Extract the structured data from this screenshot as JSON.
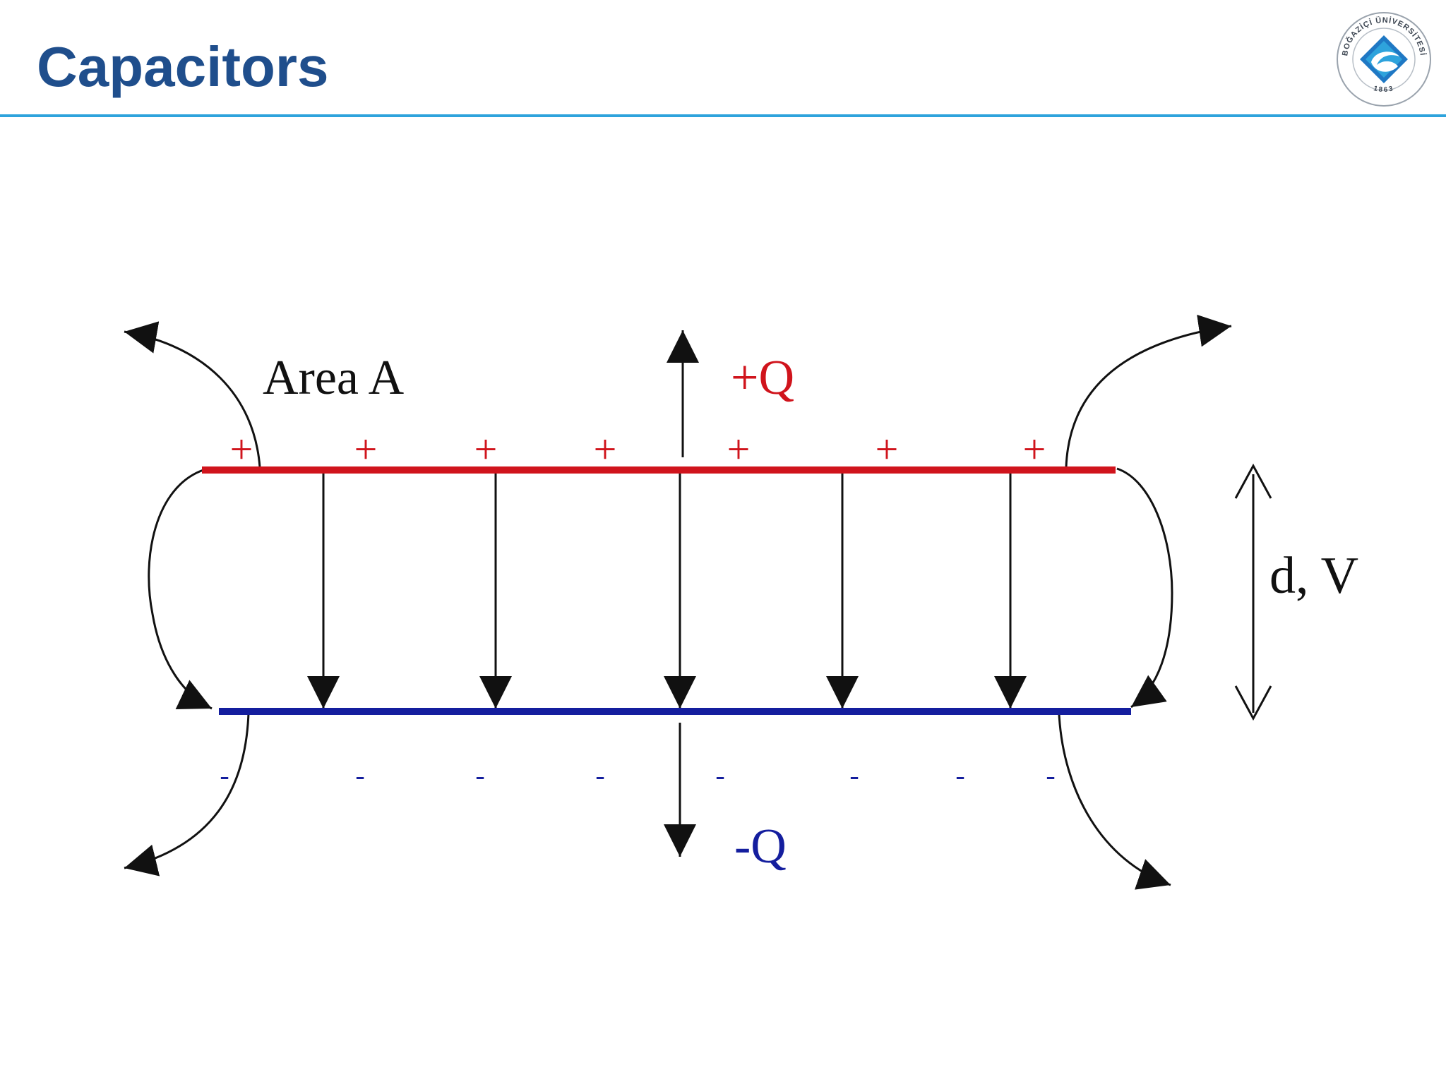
{
  "slide": {
    "title": "Capacitors"
  },
  "logo": {
    "icon": "university-seal-icon",
    "ring_text": "BOĞAZİÇİ ÜNİVERSİTESİ",
    "year": "1863"
  },
  "diagram": {
    "area_label": "Area A",
    "top_charge_label": "+Q",
    "bottom_charge_label": "-Q",
    "gap_label": "d, V",
    "plus_sign": "+",
    "minus_sign": "-",
    "colors": {
      "title": "#1f4e8c",
      "rule": "#2ea3dc",
      "top_plate": "#d0141c",
      "bottom_plate": "#141e9e",
      "arrows": "#111111"
    }
  }
}
